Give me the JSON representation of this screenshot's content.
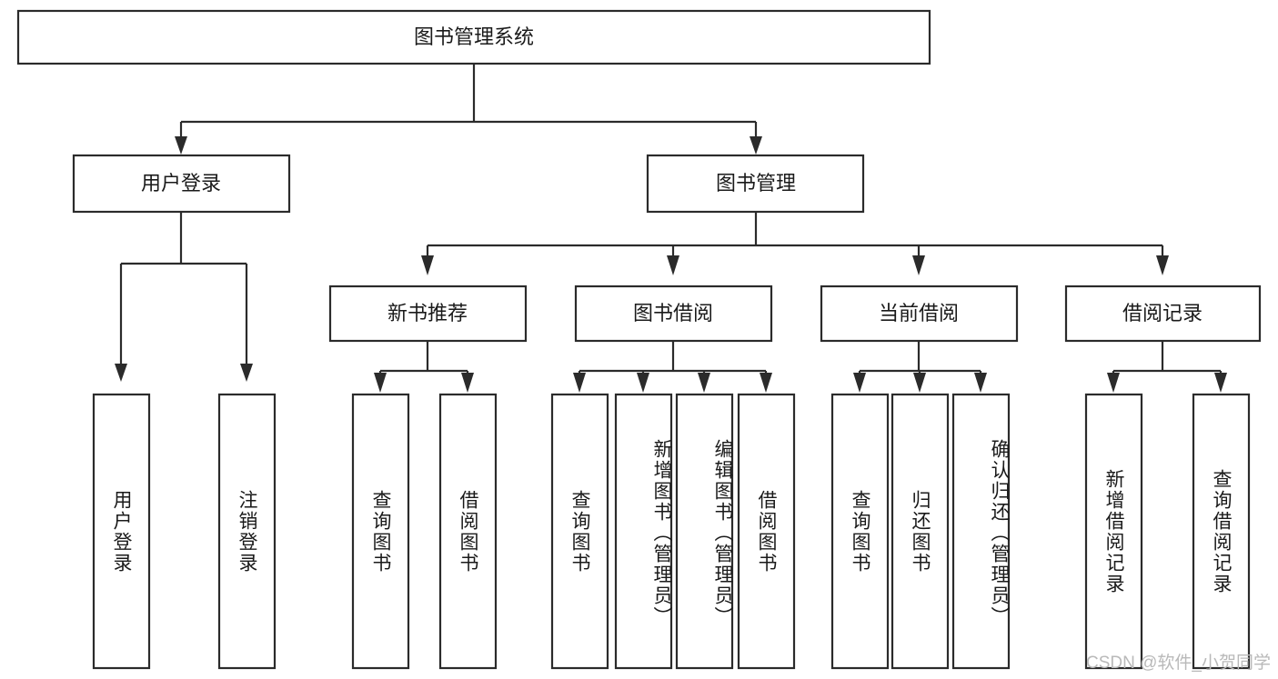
{
  "diagram": {
    "title": "图书管理系统",
    "type": "hierarchy-tree",
    "levels": 4,
    "root": {
      "id": "root",
      "label": "图书管理系统",
      "orientation": "horizontal"
    },
    "level2": [
      {
        "id": "user-login",
        "label": "用户登录",
        "orientation": "horizontal"
      },
      {
        "id": "book-manage",
        "label": "图书管理",
        "orientation": "horizontal"
      }
    ],
    "level3": [
      {
        "id": "new-book-rec",
        "label": "新书推荐",
        "orientation": "horizontal",
        "parent": "book-manage"
      },
      {
        "id": "book-borrow",
        "label": "图书借阅",
        "orientation": "horizontal",
        "parent": "book-manage"
      },
      {
        "id": "current-borrow",
        "label": "当前借阅",
        "orientation": "horizontal",
        "parent": "book-manage"
      },
      {
        "id": "borrow-record",
        "label": "借阅记录",
        "orientation": "horizontal",
        "parent": "book-manage"
      }
    ],
    "leaves": [
      {
        "id": "leaf-user-login",
        "label": "用户登录",
        "parent": "user-login",
        "orientation": "vertical"
      },
      {
        "id": "leaf-user-logout",
        "label": "注销登录",
        "parent": "user-login",
        "orientation": "vertical"
      },
      {
        "id": "leaf-query-book-1",
        "label": "查询图书",
        "parent": "new-book-rec",
        "orientation": "vertical"
      },
      {
        "id": "leaf-borrow-book-1",
        "label": "借阅图书",
        "parent": "new-book-rec",
        "orientation": "vertical"
      },
      {
        "id": "leaf-query-book-2",
        "label": "查询图书",
        "parent": "book-borrow",
        "orientation": "vertical"
      },
      {
        "id": "leaf-add-book",
        "label": "新增图书（管理员）",
        "parent": "book-borrow",
        "orientation": "vertical"
      },
      {
        "id": "leaf-edit-book",
        "label": "编辑图书（管理员）",
        "parent": "book-borrow",
        "orientation": "vertical"
      },
      {
        "id": "leaf-borrow-book-2",
        "label": "借阅图书",
        "parent": "book-borrow",
        "orientation": "vertical"
      },
      {
        "id": "leaf-query-book-3",
        "label": "查询图书",
        "parent": "current-borrow",
        "orientation": "vertical"
      },
      {
        "id": "leaf-return-book",
        "label": "归还图书",
        "parent": "current-borrow",
        "orientation": "vertical"
      },
      {
        "id": "leaf-confirm-return",
        "label": "确认归还（管理员）",
        "parent": "current-borrow",
        "orientation": "vertical"
      },
      {
        "id": "leaf-add-record",
        "label": "新增借阅记录",
        "parent": "borrow-record",
        "orientation": "vertical"
      },
      {
        "id": "leaf-query-record",
        "label": "查询借阅记录",
        "parent": "borrow-record",
        "orientation": "vertical"
      }
    ]
  },
  "watermark": {
    "text": "CSDN @软件_小贺同学"
  },
  "colors": {
    "stroke": "#2b2b2b",
    "fill": "#ffffff",
    "text": "#1a1a1a",
    "watermark": "#b9b9b9",
    "background": "#ffffff"
  }
}
